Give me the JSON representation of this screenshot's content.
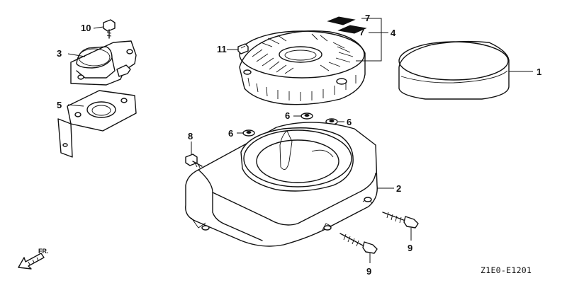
{
  "callouts": {
    "c1": "1",
    "c2": "2",
    "c3": "3",
    "c4": "4",
    "c5": "5",
    "c6a": "6",
    "c6b": "6",
    "c6c": "6",
    "c7a": "7",
    "c7b": "7",
    "c8": "8",
    "c9a": "9",
    "c9b": "9",
    "c10": "10",
    "c11": "11"
  },
  "direction_label": "FR.",
  "diagram_code": "Z1E0-E1201"
}
